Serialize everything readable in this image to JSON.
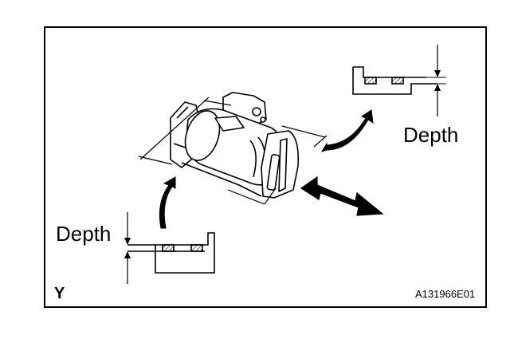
{
  "labels": {
    "depth_right": "Depth",
    "depth_left": "Depth",
    "view_letter": "Y",
    "figure_id": "A131966E01"
  },
  "icons": [
    "connector-body-icon",
    "depth-gauge-icon",
    "curved-arrow-icon",
    "double-arrow-icon"
  ],
  "colors": {
    "ink": "#000000",
    "background": "#ffffff",
    "hatch": "#000000"
  }
}
